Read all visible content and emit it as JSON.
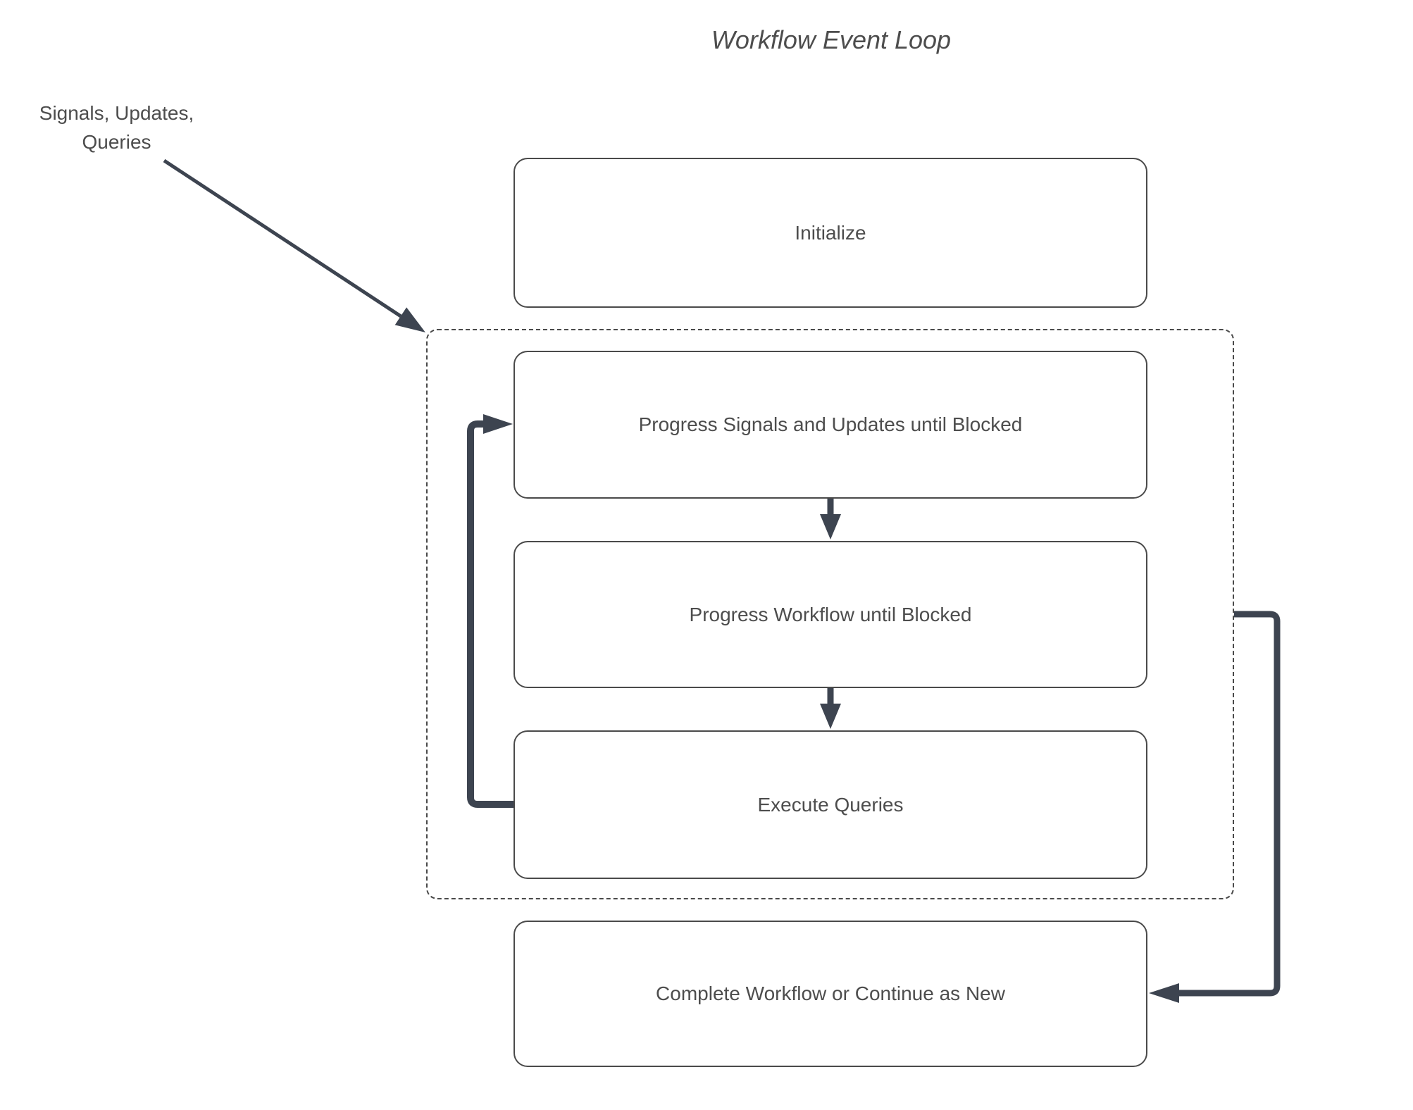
{
  "title": "Workflow Event Loop",
  "annotation": {
    "text": "Signals, Updates,\nQueries"
  },
  "nodes": [
    {
      "id": "initialize",
      "label": "Initialize"
    },
    {
      "id": "progress-signals-updates",
      "label": "Progress Signals and Updates until Blocked"
    },
    {
      "id": "progress-workflow",
      "label": "Progress Workflow until Blocked"
    },
    {
      "id": "execute-queries",
      "label": "Execute Queries"
    },
    {
      "id": "complete-workflow",
      "label": "Complete Workflow or Continue as New"
    }
  ],
  "container": {
    "id": "event-loop-container",
    "contains": [
      "progress-signals-updates",
      "progress-workflow",
      "execute-queries"
    ]
  },
  "edges": [
    {
      "from": "signals-updates-queries-label",
      "to": "event-loop-container",
      "style": "thin-diagonal-arrow"
    },
    {
      "from": "progress-signals-updates",
      "to": "progress-workflow",
      "style": "short-down-arrow"
    },
    {
      "from": "progress-workflow",
      "to": "execute-queries",
      "style": "short-down-arrow"
    },
    {
      "from": "execute-queries",
      "to": "progress-signals-updates",
      "style": "thick-left-loop-arrow"
    },
    {
      "from": "event-loop-container",
      "to": "complete-workflow",
      "style": "thick-right-loop-arrow"
    }
  ],
  "colors": {
    "background": "#ffffff",
    "node_border": "#4a4a4a",
    "container_border": "#4a4a4a",
    "text": "#4d4d4d",
    "arrow": "#3d4450"
  }
}
